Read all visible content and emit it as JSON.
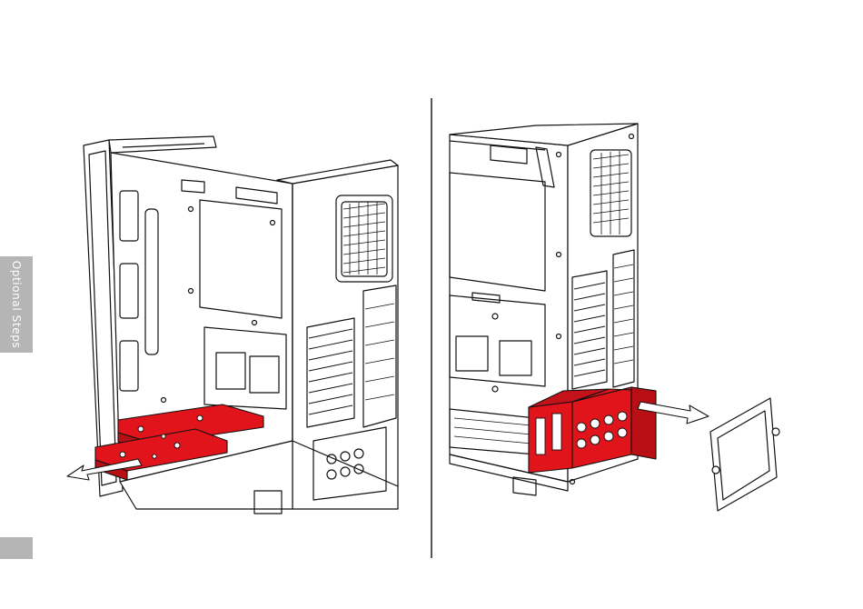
{
  "side_tab": {
    "label": "Optional Steps"
  },
  "colors": {
    "highlight": "#e0141a",
    "line": "#111111",
    "tab": "#b5b5b5",
    "divider": "#555555"
  },
  "illustrations": [
    {
      "id": "left",
      "icon": "pc-case-drive-tray-removal-icon"
    },
    {
      "id": "right",
      "icon": "pc-case-drive-cage-removal-icon"
    }
  ]
}
